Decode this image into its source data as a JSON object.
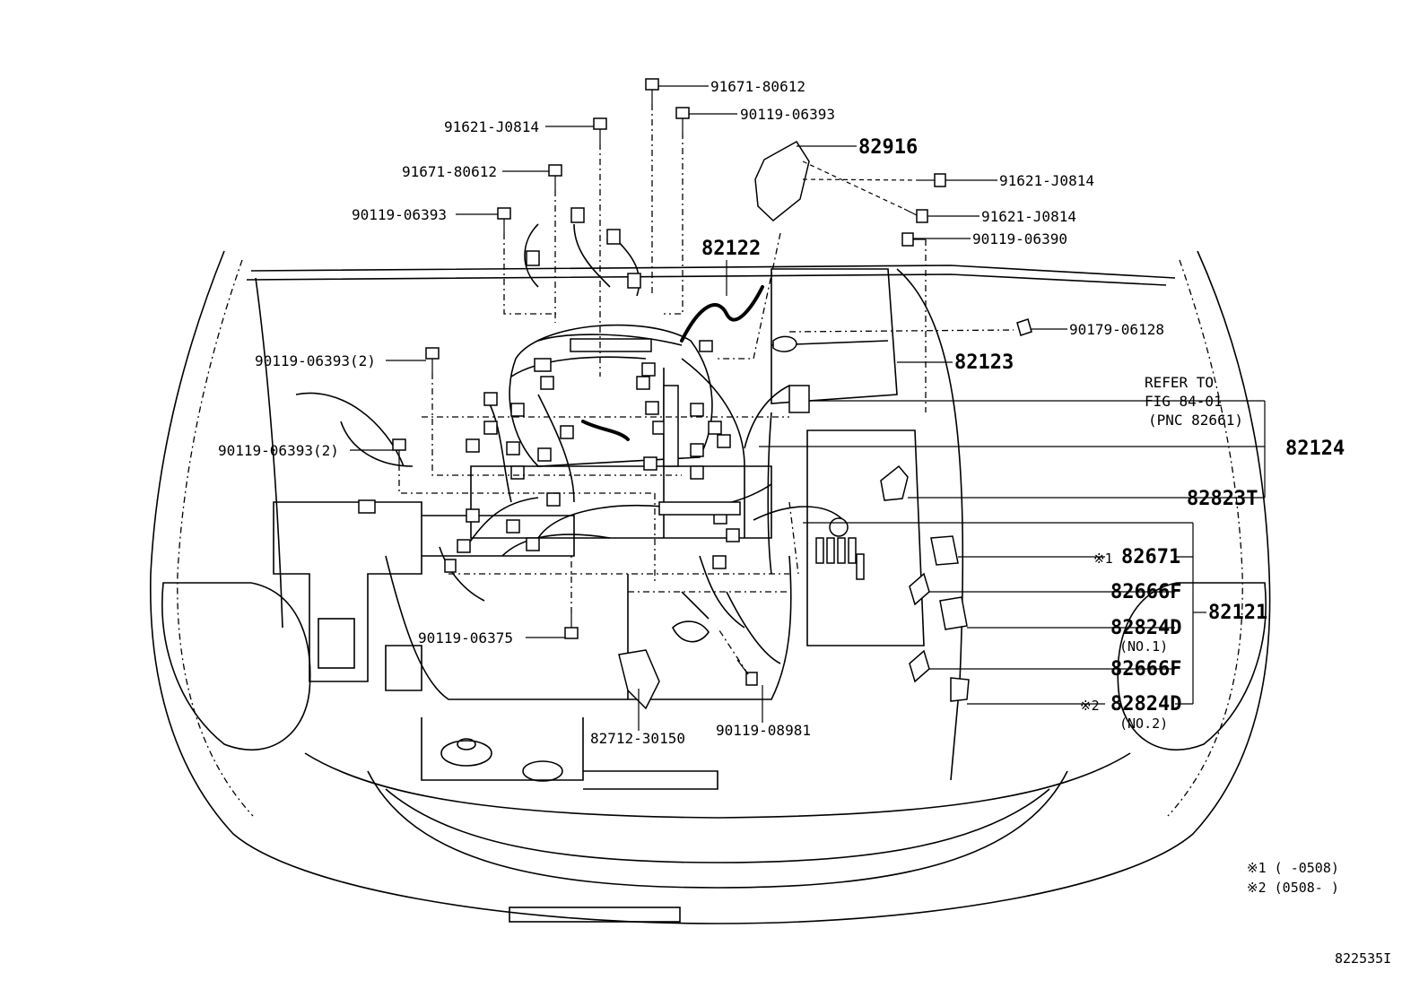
{
  "callouts": {
    "c1": "91671-80612",
    "c2": "90119-06393",
    "c3": "91621-J0814",
    "c4": "91671-80612",
    "c5": "90119-06393",
    "c6": "82916",
    "c7": "91621-J0814",
    "c8": "91621-J0814",
    "c9": "90119-06390",
    "c10": "82122",
    "c11": "90179-06128",
    "c12": "82123",
    "c13": "90119-06393(2)",
    "c14": "90119-06393(2)",
    "c15": "82124",
    "c16": "82823T",
    "c17": "82671",
    "c18": "82666F",
    "c19": "82121",
    "c20": "82824D",
    "c21": "82666F",
    "c22": "82824D",
    "c23": "90119-06375",
    "c24": "90119-08981",
    "c25": "82712-30150"
  },
  "refer": {
    "line1": "REFER TO",
    "line2": "FIG 84-01",
    "line3": "(PNC 82661)"
  },
  "subnotes": {
    "no1": "(NO.1)",
    "no2": "(NO.2)",
    "mark1": "※1",
    "mark2": "※2"
  },
  "footnotes": {
    "f1": "※1 (     -0508)",
    "f2": "※2 (0508-     )"
  },
  "figure_id": "822535I"
}
